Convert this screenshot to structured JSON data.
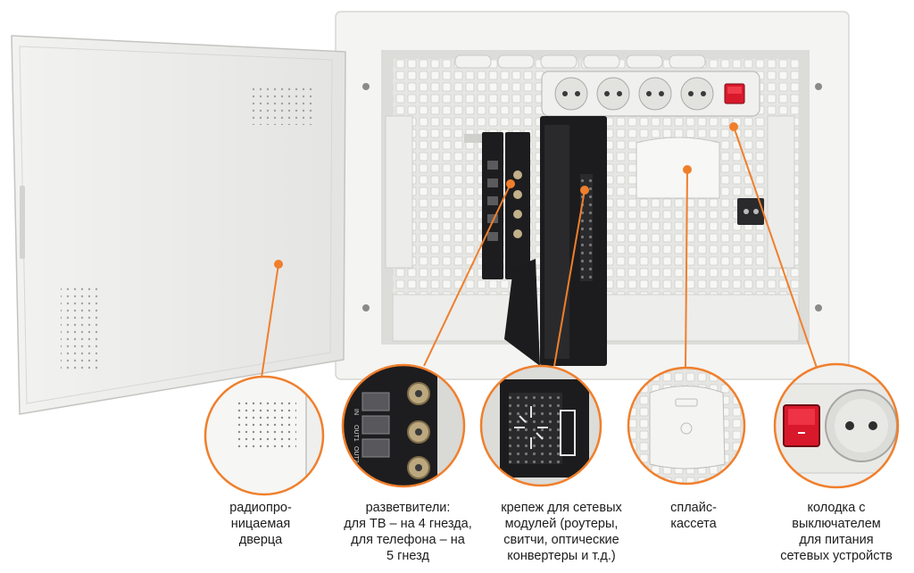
{
  "colors": {
    "accent": "#f07f2c",
    "cabinet": "#f3f3f1",
    "panel": "#e3e3e0",
    "module": "#1d1d1f",
    "switch_red": "#d8192b"
  },
  "icons": [
    "coax-connector-icon",
    "rj-port-icon",
    "socket-icon",
    "rocker-switch-icon"
  ],
  "splitter_labels": [
    "IN",
    "OUT1",
    "OUT2"
  ],
  "captions": [
    {
      "id": "door",
      "text": "радиопро-\nницаемая\nдверца"
    },
    {
      "id": "splitters",
      "text": "разветвители:\nдля ТВ – на 4 гнезда,\nдля телефона – на\n5 гнезд"
    },
    {
      "id": "mount",
      "text": "крепеж для сетевых\nмодулей (роутеры,\nсвитчи, оптические\nконвертеры и т.д.)"
    },
    {
      "id": "splice",
      "text": "сплайс-\nкассета"
    },
    {
      "id": "power",
      "text": "колодка с\nвыключателем\nдля питания\nсетевых устройств"
    }
  ]
}
